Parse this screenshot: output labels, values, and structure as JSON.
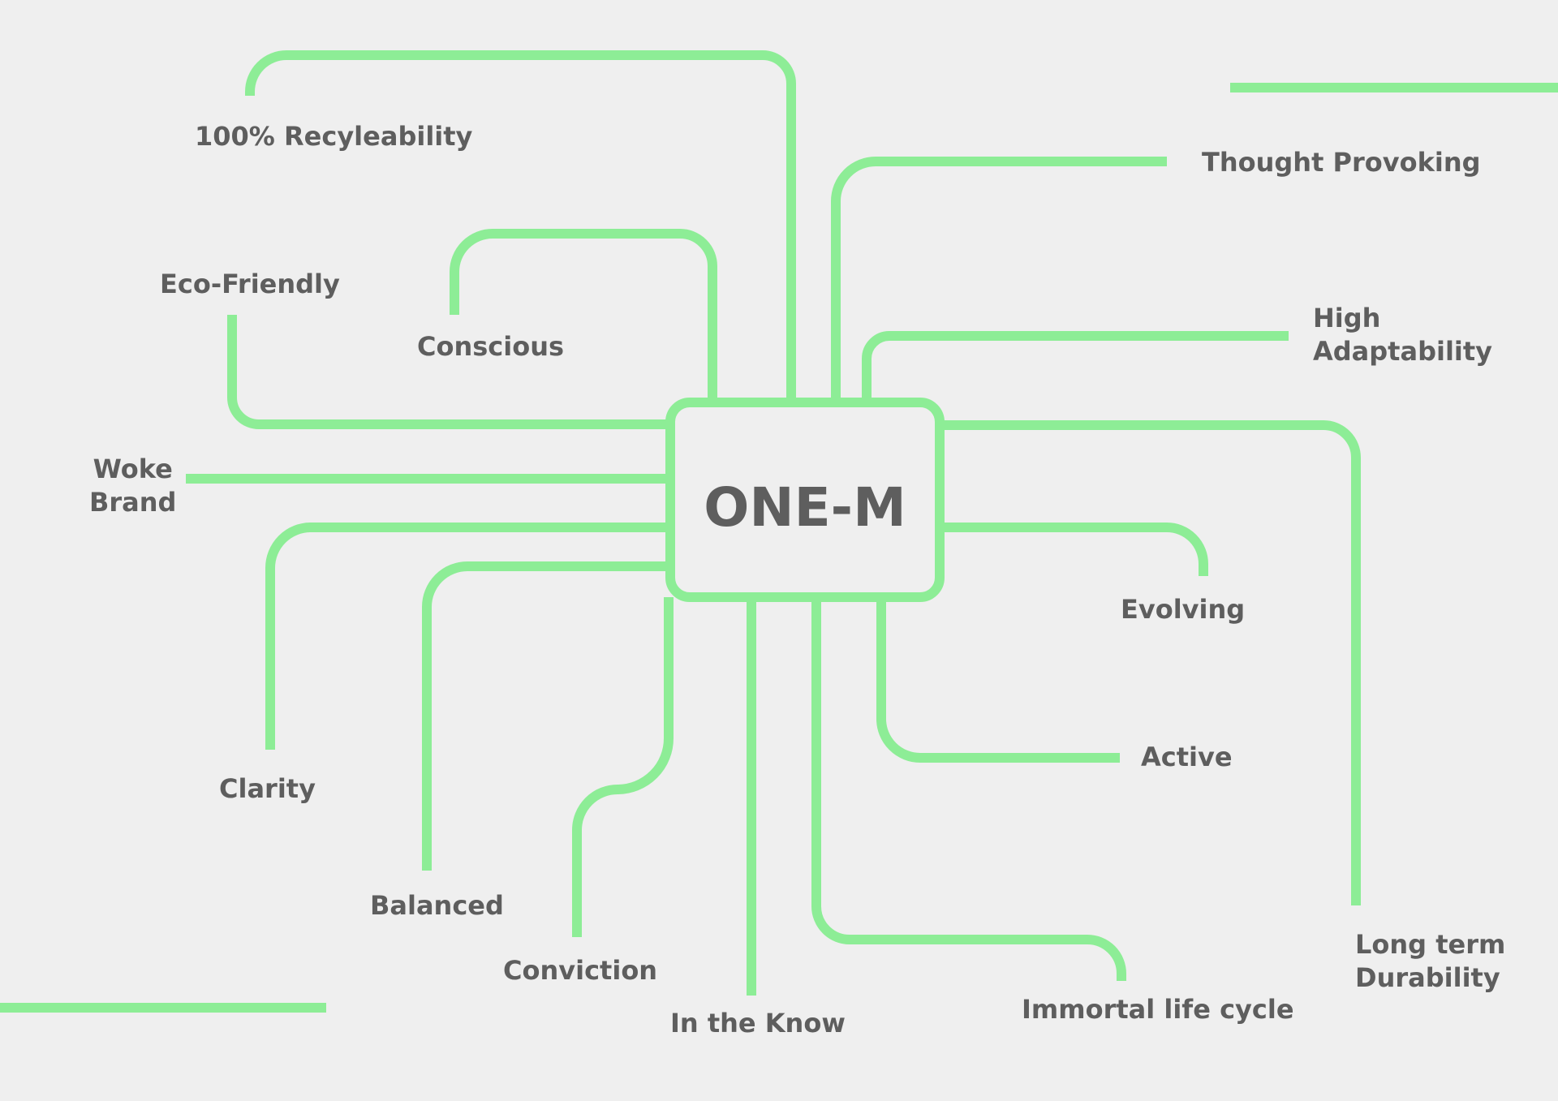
{
  "diagram": {
    "center": "ONE-M",
    "line_color": "#8ded96",
    "text_color": "#5e5e5e",
    "background": "#efefef",
    "labels": {
      "recyclability": "100% Recyleability",
      "eco_friendly": "Eco-Friendly",
      "conscious": "Conscious",
      "woke_brand_1": "Woke",
      "woke_brand_2": "Brand",
      "clarity": "Clarity",
      "balanced": "Balanced",
      "conviction": "Conviction",
      "in_the_know": "In the Know",
      "immortal_life_cycle": "Immortal life cycle",
      "long_term_durability_1": "Long term",
      "long_term_durability_2": "Durability",
      "active": "Active",
      "evolving": "Evolving",
      "high_adaptability_1": "High",
      "high_adaptability_2": "Adaptability",
      "thought_provoking": "Thought Provoking"
    }
  }
}
